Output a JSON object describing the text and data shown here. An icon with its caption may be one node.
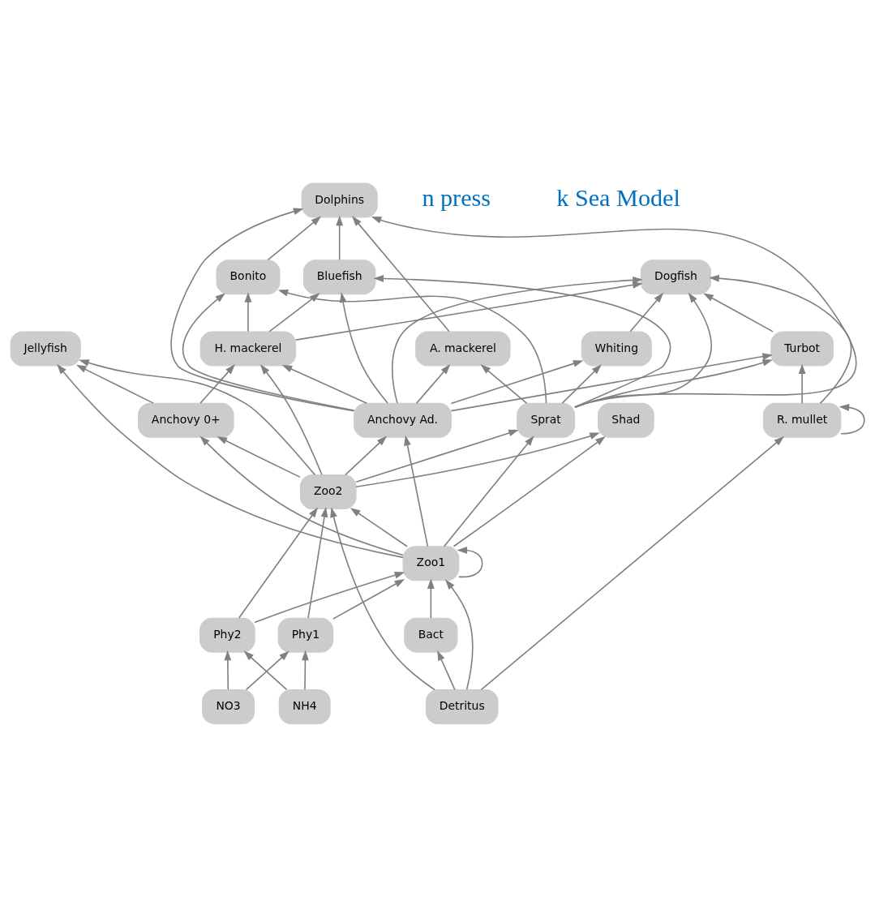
{
  "diagram": {
    "nodes": [
      {
        "text": [
          "Dolphins"
        ]
      },
      {
        "text": [
          "Bluefish"
        ]
      },
      {
        "text": [
          "Bonito"
        ]
      },
      {
        "text": [
          "A. mackerel"
        ]
      },
      {
        "text": [
          "Dogfish"
        ]
      },
      {
        "text": [
          "Jellyfish"
        ]
      },
      {
        "text": [
          "H. mackerel"
        ]
      },
      {
        "text": [
          "Whiting"
        ]
      },
      {
        "text": [
          "Turbot"
        ]
      },
      {
        "text": [
          "Shad"
        ]
      },
      {
        "text": [
          "Anchovy 0+"
        ]
      },
      {
        "text": [
          "Sprat"
        ]
      },
      {
        "text": [
          "Anchovy Ad."
        ]
      },
      {
        "text": [
          "Zoo2"
        ]
      },
      {
        "text": [
          "R. mullet"
        ]
      },
      {
        "text": [
          "Phy2"
        ]
      },
      {
        "text": [
          "Zoo1"
        ]
      },
      {
        "text": [
          "Phy1"
        ]
      },
      {
        "text": [
          "Bact"
        ]
      },
      {
        "text": [
          "NO3"
        ]
      },
      {
        "text": [
          "NH4"
        ]
      },
      {
        "text": [
          "Detritus"
        ]
      }
    ],
    "edges": [
      {
        "from": 1,
        "to": 0,
        "arrow": "to"
      },
      {
        "from": 2,
        "to": 0,
        "arrow": "to"
      },
      {
        "from": 3,
        "to": 0,
        "arrow": "to"
      },
      {
        "from": 11,
        "to": 0,
        "arrow": "to"
      },
      {
        "from": 12,
        "to": 0,
        "arrow": "to"
      },
      {
        "from": 6,
        "to": 1,
        "arrow": "to"
      },
      {
        "from": 11,
        "to": 1,
        "arrow": "to"
      },
      {
        "from": 12,
        "to": 1,
        "arrow": "to"
      },
      {
        "from": 6,
        "to": 2,
        "arrow": "to"
      },
      {
        "from": 11,
        "to": 2,
        "arrow": "to"
      },
      {
        "from": 12,
        "to": 2,
        "arrow": "to"
      },
      {
        "from": 11,
        "to": 3,
        "arrow": "to"
      },
      {
        "from": 12,
        "to": 3,
        "arrow": "to"
      },
      {
        "from": 6,
        "to": 4,
        "arrow": "to"
      },
      {
        "from": 11,
        "to": 4,
        "arrow": "to"
      },
      {
        "from": 7,
        "to": 4,
        "arrow": "to"
      },
      {
        "from": 12,
        "to": 4,
        "arrow": "to"
      },
      {
        "from": 14,
        "to": 4,
        "arrow": "to"
      },
      {
        "from": 8,
        "to": 4,
        "arrow": "to"
      },
      {
        "from": 13,
        "to": 5,
        "arrow": "to"
      },
      {
        "from": 16,
        "to": 5,
        "arrow": "to"
      },
      {
        "from": 10,
        "to": 5,
        "arrow": "to"
      },
      {
        "from": 13,
        "to": 6,
        "arrow": "to"
      },
      {
        "from": 10,
        "to": 6,
        "arrow": "to"
      },
      {
        "from": 12,
        "to": 6,
        "arrow": "to"
      },
      {
        "from": 11,
        "to": 7,
        "arrow": "to"
      },
      {
        "from": 12,
        "to": 7,
        "arrow": "to"
      },
      {
        "from": 11,
        "to": 8,
        "arrow": "to"
      },
      {
        "from": 12,
        "to": 8,
        "arrow": "to"
      },
      {
        "from": 14,
        "to": 8,
        "arrow": "to"
      },
      {
        "from": 13,
        "to": 9,
        "arrow": "to"
      },
      {
        "from": 16,
        "to": 9,
        "arrow": "to"
      },
      {
        "from": 13,
        "to": 10,
        "arrow": "to"
      },
      {
        "from": 16,
        "to": 10,
        "arrow": "to"
      },
      {
        "from": 13,
        "to": 11,
        "arrow": "to"
      },
      {
        "from": 16,
        "to": 11,
        "arrow": "to"
      },
      {
        "from": 13,
        "to": 12,
        "arrow": "to"
      },
      {
        "from": 16,
        "to": 12,
        "arrow": "to"
      },
      {
        "from": 14,
        "to": 14,
        "arrow": "to"
      },
      {
        "from": 21,
        "to": 14,
        "arrow": "to"
      },
      {
        "from": 15,
        "to": 13,
        "arrow": "to"
      },
      {
        "from": 17,
        "to": 13,
        "arrow": "to"
      },
      {
        "from": 21,
        "to": 13,
        "arrow": "to"
      },
      {
        "from": 16,
        "to": 13,
        "arrow": "to"
      },
      {
        "from": 16,
        "to": 16,
        "arrow": "to"
      },
      {
        "from": 15,
        "to": 16,
        "arrow": "to"
      },
      {
        "from": 17,
        "to": 16,
        "arrow": "to"
      },
      {
        "from": 21,
        "to": 16,
        "arrow": "to"
      },
      {
        "from": 18,
        "to": 16,
        "arrow": "to"
      },
      {
        "from": 19,
        "to": 15,
        "arrow": "to"
      },
      {
        "from": 20,
        "to": 15,
        "arrow": "to"
      },
      {
        "from": 19,
        "to": 17,
        "arrow": "to"
      },
      {
        "from": 20,
        "to": 17,
        "arrow": "to"
      },
      {
        "from": 21,
        "to": 18,
        "arrow": "to"
      }
    ],
    "labels": [
      "k Sea Model",
      "n press"
    ]
  }
}
